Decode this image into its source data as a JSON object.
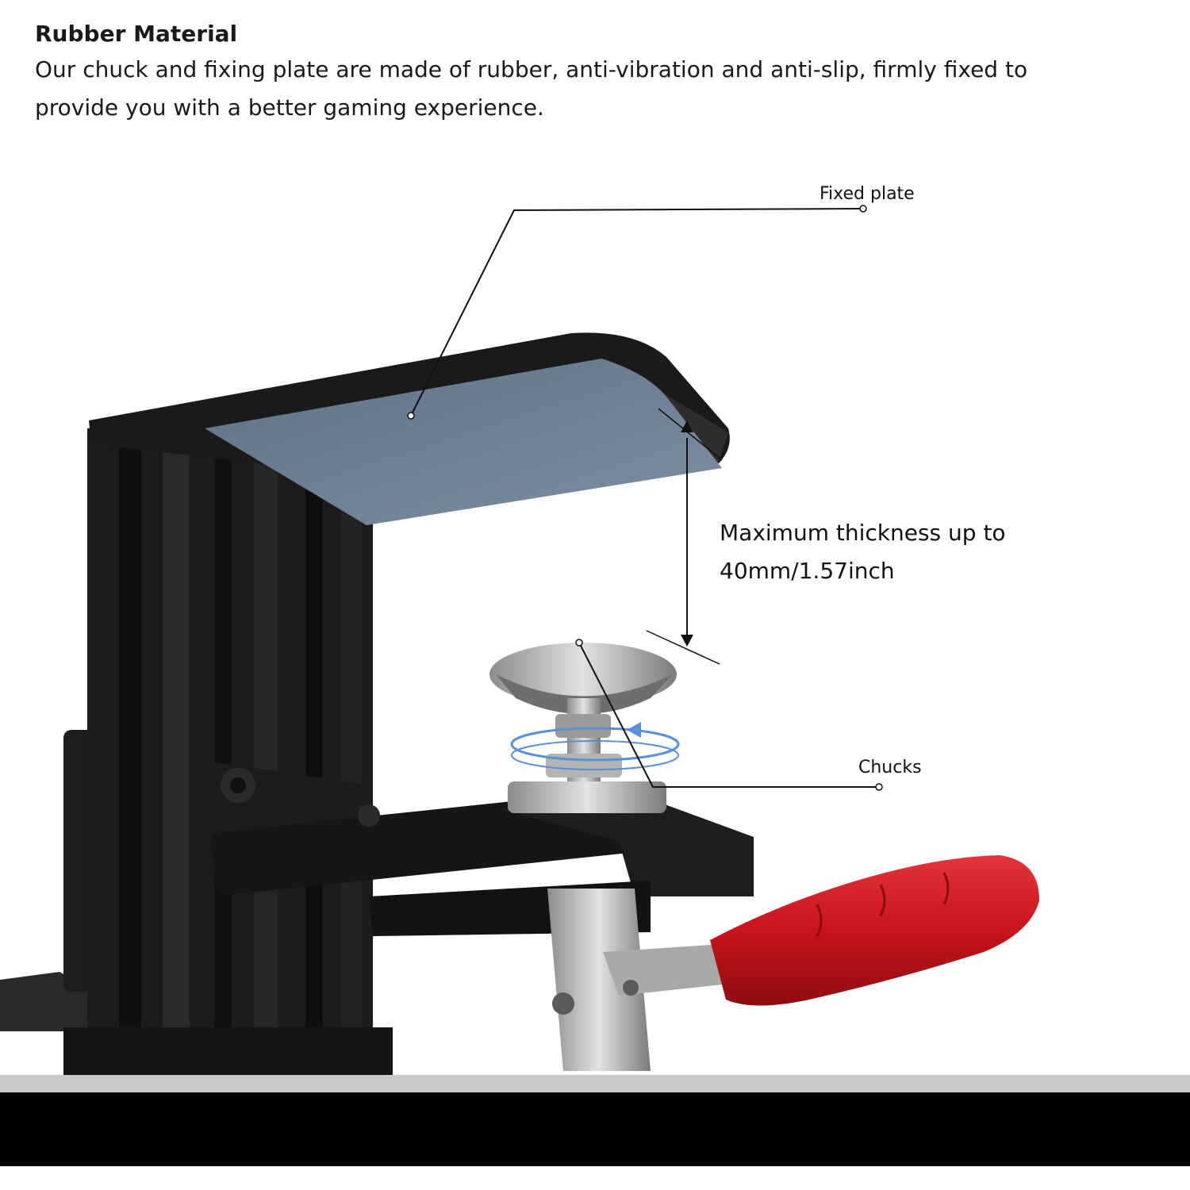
{
  "header": {
    "title": "Rubber Material",
    "description": "Our chuck and fixing plate are made of rubber, anti-vibration and anti-slip, firmly fixed to provide you with a better gaming experience."
  },
  "callouts": {
    "fixed_plate": "Fixed plate",
    "chucks": "Chucks",
    "thickness_line1": "Maximum thickness up to",
    "thickness_line2": "40mm/1.57inch"
  },
  "colors": {
    "clamp_body": "#1c1c1c",
    "rubber_pad": "#6e7f93",
    "handle": "#c8141a",
    "rotation_arrow": "#5b8fd6",
    "desk_edge": "#000000"
  }
}
